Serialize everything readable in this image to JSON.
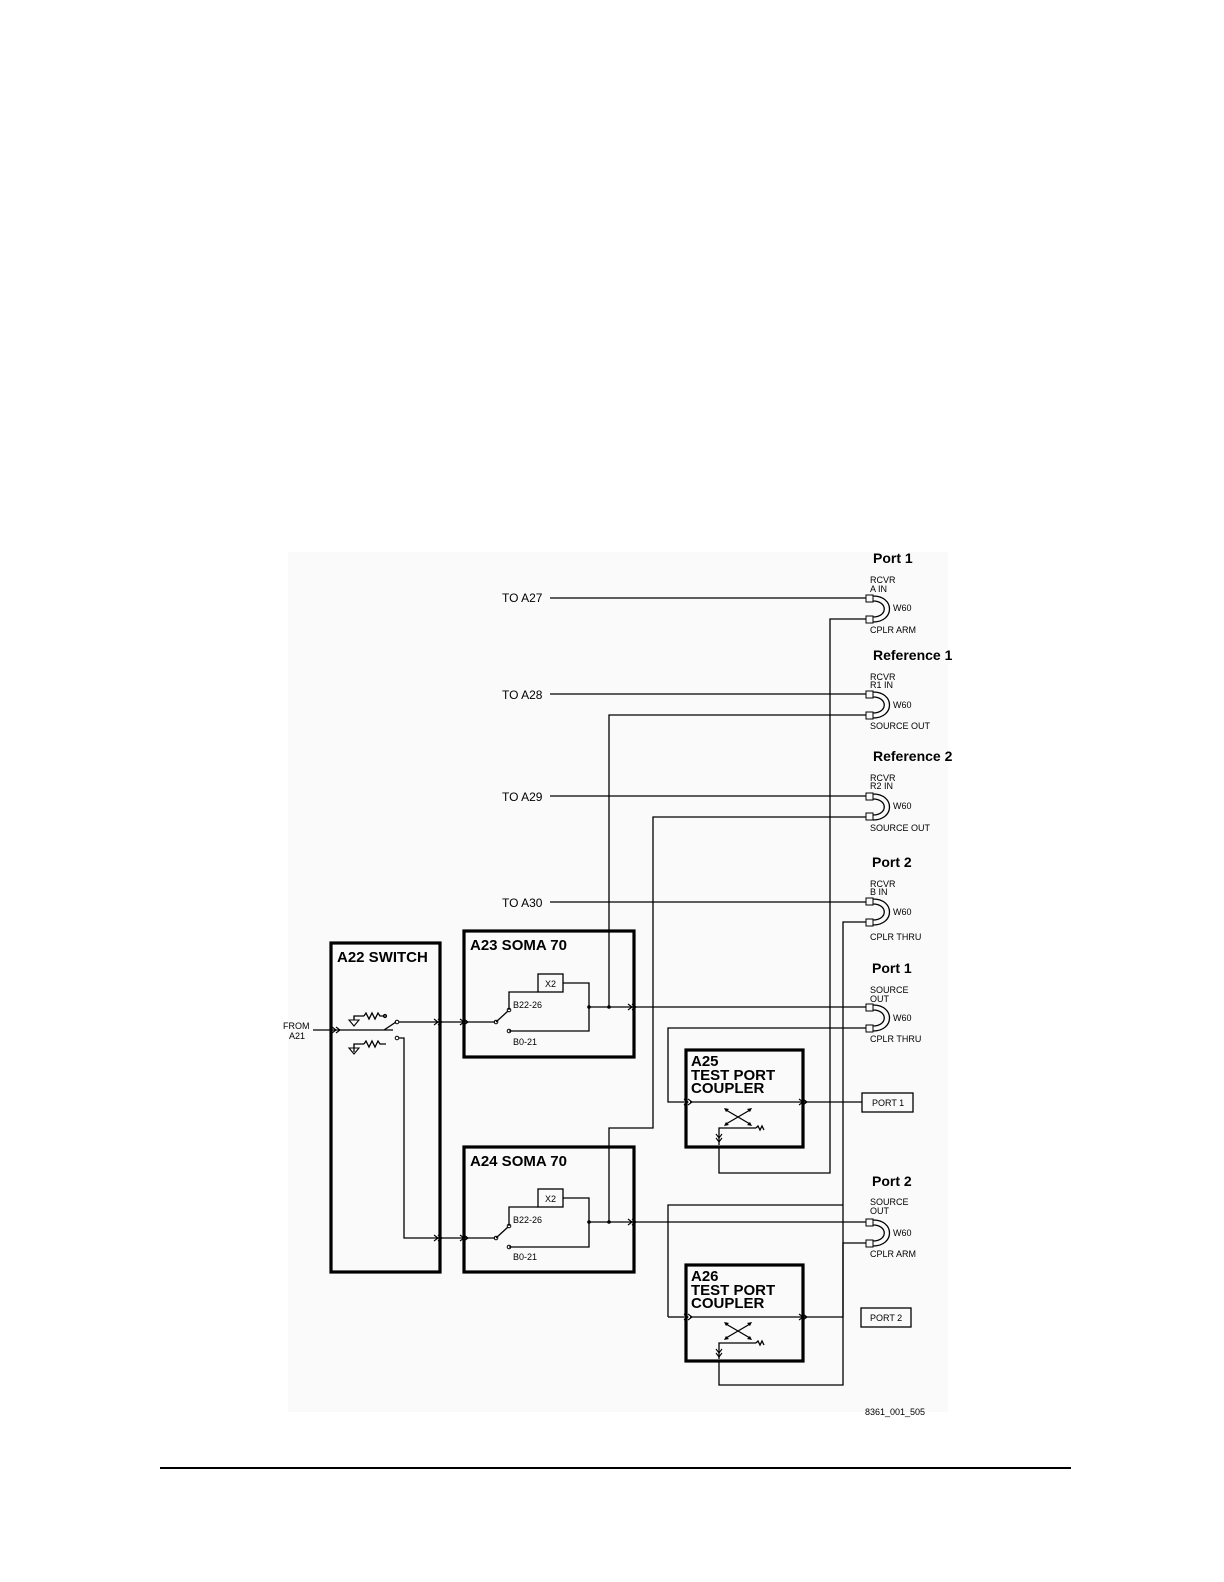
{
  "sections": {
    "port1_top": {
      "title": "Port 1",
      "rcvr_top": "RCVR",
      "rcvr_bot": "A IN",
      "bottom": "CPLR ARM",
      "cable": "W60"
    },
    "ref1": {
      "title": "Reference 1",
      "rcvr_top": "RCVR",
      "rcvr_bot": "R1 IN",
      "bottom": "SOURCE OUT",
      "cable": "W60"
    },
    "ref2": {
      "title": "Reference 2",
      "rcvr_top": "RCVR",
      "rcvr_bot": "R2 IN",
      "bottom": "SOURCE OUT",
      "cable": "W60"
    },
    "port2_top": {
      "title": "Port 2",
      "rcvr_top": "RCVR",
      "rcvr_bot": "B IN",
      "bottom": "CPLR THRU",
      "cable": "W60"
    },
    "port1_src": {
      "title": "Port 1",
      "rcvr_top": "SOURCE",
      "rcvr_bot": "OUT",
      "bottom": "CPLR THRU",
      "cable": "W60"
    },
    "port2_src": {
      "title": "Port 2",
      "rcvr_top": "SOURCE",
      "rcvr_bot": "OUT",
      "bottom": "CPLR ARM",
      "cable": "W60"
    }
  },
  "to_labels": [
    "TO A27",
    "TO A28",
    "TO A29",
    "TO A30"
  ],
  "from": {
    "line1": "FROM",
    "line2": "A21"
  },
  "blocks": {
    "a22": "A22 SWITCH",
    "a23": "A23 SOMA 70",
    "a24": "A24 SOMA 70",
    "a25": [
      "A25",
      "TEST PORT",
      "COUPLER"
    ],
    "a26": [
      "A26",
      "TEST PORT",
      "COUPLER"
    ]
  },
  "soma": {
    "multiplier": "X2",
    "band_high": "B22-26",
    "band_low": "B0-21"
  },
  "ports": {
    "port1": "PORT 1",
    "port2": "PORT 2"
  },
  "figure_id": "8361_001_505"
}
